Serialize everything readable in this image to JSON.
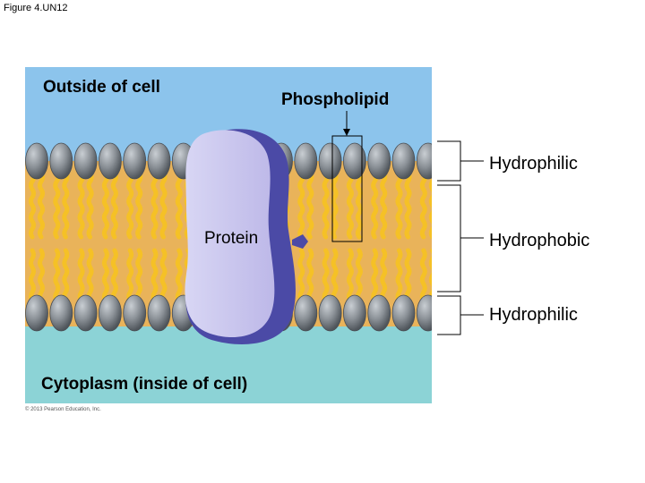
{
  "figure_label": "Figure 4.UN12",
  "copyright": "© 2013 Pearson Education, Inc.",
  "labels": {
    "outside": "Outside of cell",
    "phospholipid": "Phospholipid",
    "protein": "Protein",
    "cytoplasm": "Cytoplasm (inside of cell)",
    "hydrophilic_top": "Hydrophilic",
    "hydrophobic": "Hydrophobic",
    "hydrophilic_bottom": "Hydrophilic"
  },
  "colors": {
    "outside": "#8cc4ec",
    "cytoplasm": "#8cd3d6",
    "tails": "#f5c126",
    "tail_core": "#e9b35a",
    "head": "#8a9096",
    "protein": "#c6c2ec",
    "protein_edge": "#4b4aa6"
  }
}
